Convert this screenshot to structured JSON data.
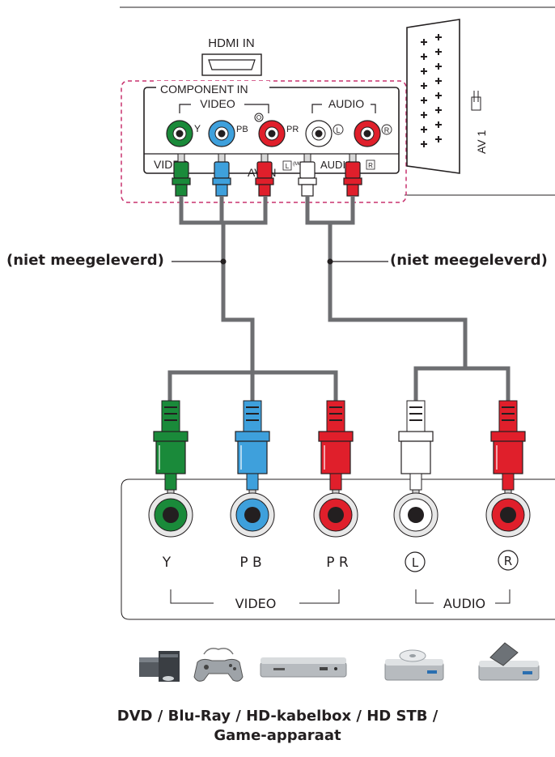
{
  "tv_panel": {
    "hdmi_label": "HDMI IN",
    "component_label": "COMPONENT IN",
    "video_label": "VIDEO",
    "audio_label": "AUDIO",
    "y_label": "Y",
    "pb_label": "PB",
    "pr_label": "PR",
    "l_label": "L",
    "r_label": "R",
    "bottom_video_label": "VIDEO",
    "bottom_av_in_label": "AV IN",
    "bottom_audio_label": "AUDIO",
    "mono_label": "(MONO)",
    "av1_label": "AV 1"
  },
  "callouts": {
    "left": "(niet meegeleverd)",
    "right": "(niet meegeleverd)"
  },
  "device_panel": {
    "y_label": "Y",
    "pb_label": "P B",
    "pr_label": "P R",
    "l_label": "L",
    "r_label": "R",
    "video_group": "VIDEO",
    "audio_group": "AUDIO"
  },
  "devices": [
    "desktop-pc-icon",
    "gamepad-icon",
    "bluray-player-icon",
    "dvd-player-icon",
    "set-top-box-icon"
  ],
  "caption": {
    "line1": "DVD / Blu-Ray / HD-kabelbox / HD STB /",
    "line2": "Game-apparaat"
  },
  "colors": {
    "green": "#1a8a3a",
    "blue": "#3ea0dc",
    "red": "#e01f2b",
    "white": "#ffffff",
    "cable": "#6d6e71",
    "dashed_box": "#c8326e"
  }
}
